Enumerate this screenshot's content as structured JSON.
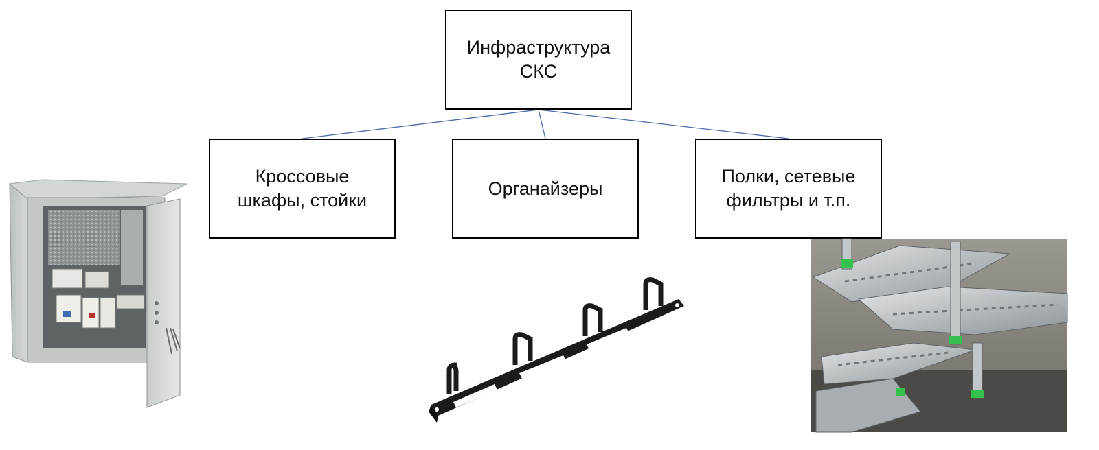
{
  "diagram": {
    "root": {
      "lines": [
        "Инфраструктура",
        "СКС"
      ]
    },
    "children": [
      {
        "lines": [
          "Кроссовые",
          "шкафы, стойки"
        ]
      },
      {
        "lines": [
          "Органайзеры"
        ]
      },
      {
        "lines": [
          "Полки, сетевые",
          "фильтры и т.п."
        ]
      }
    ],
    "connector_color": "#4a6aa5"
  },
  "illustrations": {
    "cabinet": {
      "icon": "network-cabinet-photo"
    },
    "organizer": {
      "icon": "cable-organizer-photo"
    },
    "trays": {
      "icon": "cable-trays-photo"
    }
  }
}
